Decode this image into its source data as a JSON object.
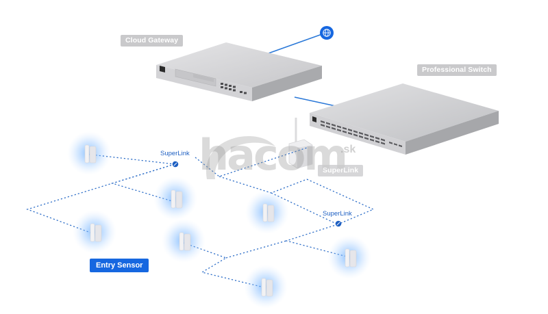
{
  "labels": {
    "cloud_gateway": "Cloud Gateway",
    "professional_switch": "Professional Switch",
    "superlink_left": "SuperLink",
    "superlink_right": "SuperLink",
    "superlink_ghost": "SuperLink",
    "entry_sensor": "Entry Sensor"
  },
  "watermark": {
    "brand": "hacom",
    "suffix": ".sk"
  },
  "icons": {
    "internet": "globe-icon",
    "sensor": "entry-sensor-icon",
    "hub": "superlink-hub-icon"
  },
  "colors": {
    "accent": "#1667e0",
    "link_line": "#2a78d8",
    "dotted_link": "#2f6fc8",
    "tag_gray": "#c9c9cb",
    "sensor_glow": "#5aa7ff"
  }
}
